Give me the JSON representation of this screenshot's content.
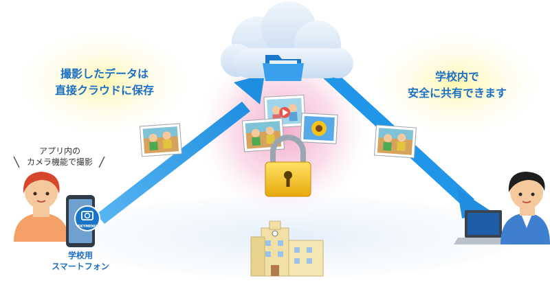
{
  "labels": {
    "cloud_save_line1": "撮影したデータは",
    "cloud_save_line2": "直接クラウドに保存",
    "share_line1": "学校内で",
    "share_line2": "安全に共有できます",
    "camera_app_line1": "アプリ内の",
    "camera_app_line2": "カメラ機能で撮影",
    "phone_line1": "学校用",
    "phone_line2": "スマートフォン",
    "app_icon_text": "SKYMENU"
  },
  "colors": {
    "arrow_blue": "#2196e8",
    "text_blue": "#1a6fc2",
    "cloud": "#dbe9f7",
    "lock_gold": "#f5c518",
    "pink_glow": "#f7c6dd",
    "ground": "#eaf3fb"
  }
}
